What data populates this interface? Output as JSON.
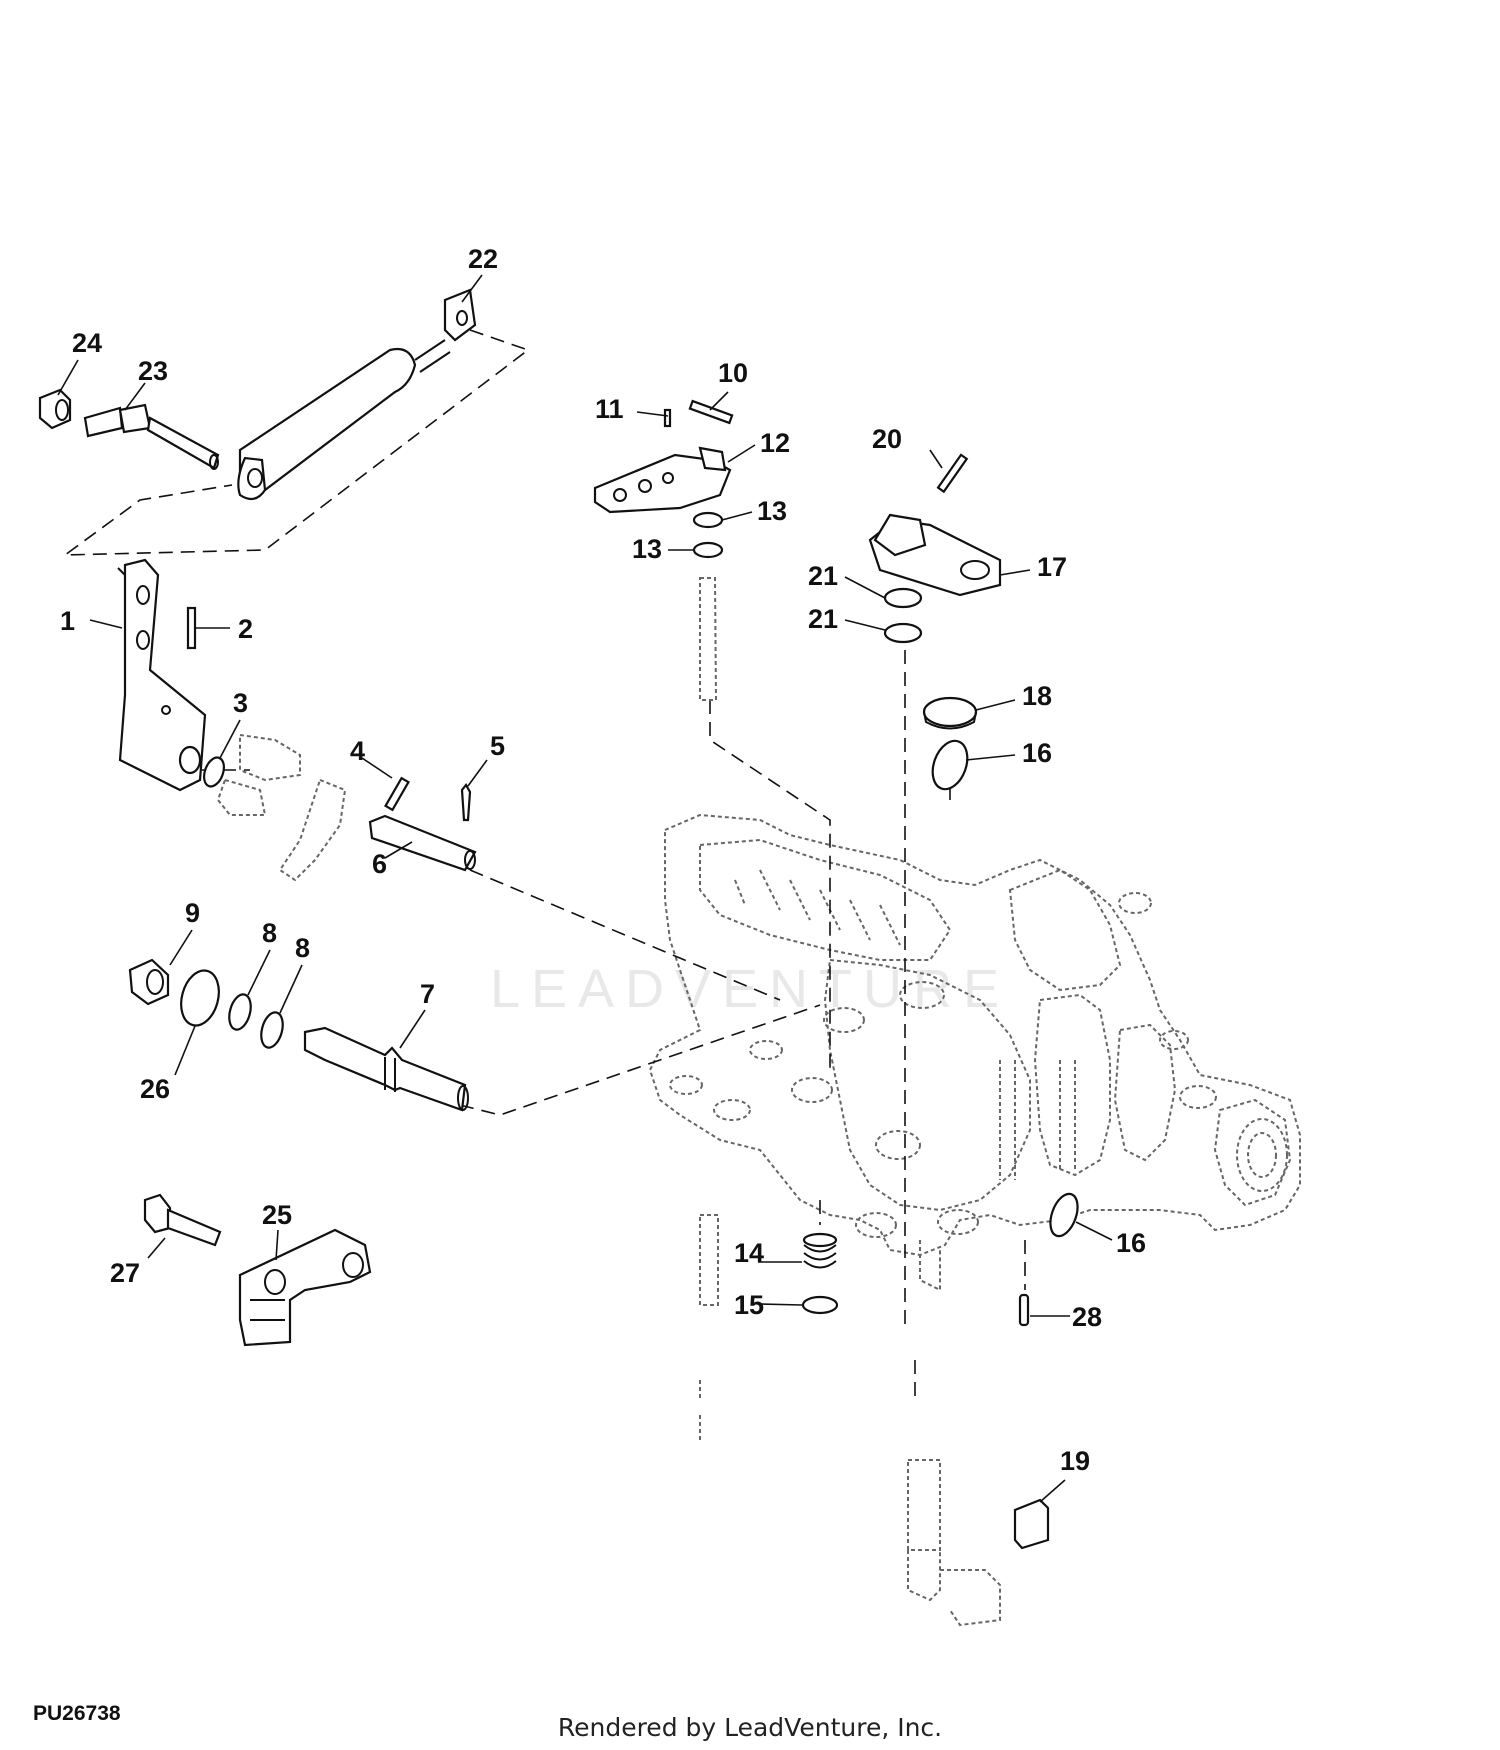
{
  "diagram": {
    "callouts": [
      "22",
      "24",
      "23",
      "10",
      "11",
      "12",
      "13",
      "13",
      "20",
      "17",
      "21",
      "21",
      "18",
      "16",
      "1",
      "2",
      "3",
      "4",
      "5",
      "6",
      "9",
      "8",
      "8",
      "7",
      "26",
      "25",
      "27",
      "14",
      "15",
      "16",
      "28",
      "19"
    ]
  },
  "footer": {
    "doc_id": "PU26738",
    "credit": "Rendered by LeadVenture, Inc."
  },
  "watermark": {
    "text": "LEADVENTURE"
  }
}
